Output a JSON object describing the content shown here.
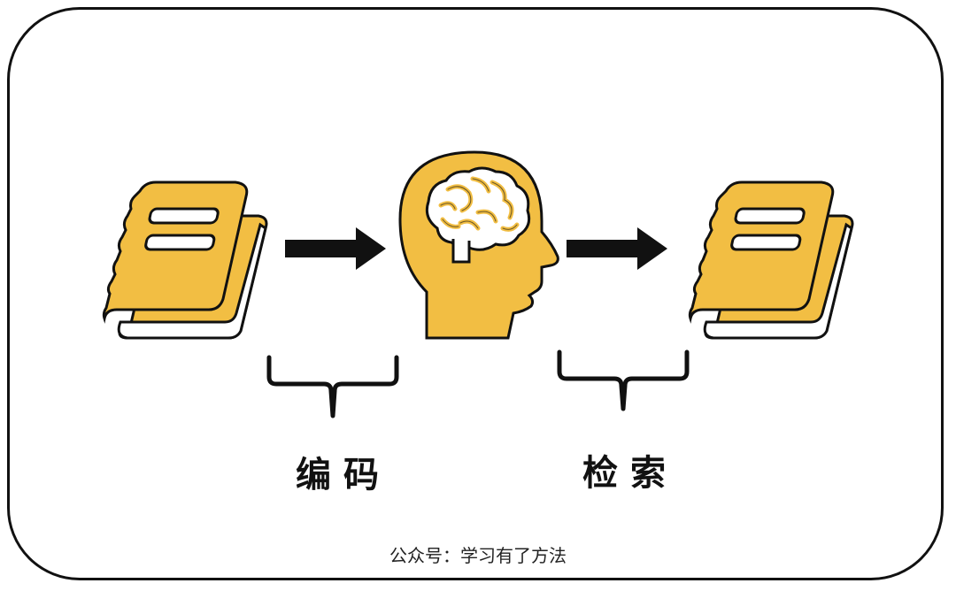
{
  "colors": {
    "accent": "#F2BE43",
    "outline": "#111111",
    "background": "#FFFFFF"
  },
  "icons": {
    "source_book": "book-icon",
    "head": "head-with-brain-icon",
    "result_book": "book-icon",
    "arrow": "arrow-right-icon",
    "brace": "curly-brace-icon"
  },
  "labels": {
    "encode": "编码",
    "retrieve": "检索"
  },
  "footer": {
    "credit": "公众号：学习有了方法"
  }
}
